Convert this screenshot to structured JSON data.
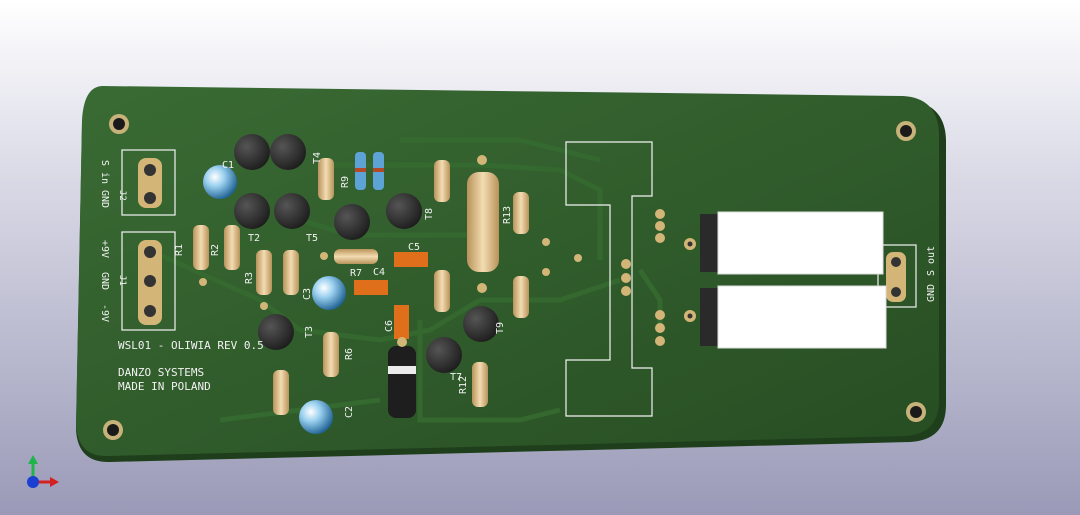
{
  "board": {
    "line1": "WSL01 - OLIWIA  REV 0.5",
    "line2": "DANZO SYSTEMS",
    "line3": "MADE IN POLAND"
  },
  "connectors": {
    "j2": {
      "ref": "J2",
      "pin1": "S in",
      "pin2": "GND"
    },
    "j1": {
      "ref": "J1",
      "pin1": "+9V",
      "pin2": "GND",
      "pin3": "-9V"
    },
    "out": {
      "pin1": "GND",
      "pin2": "S out"
    }
  },
  "refs": {
    "c1": "C1",
    "c2": "C2",
    "c3": "C3",
    "c4": "C4",
    "c5": "C5",
    "c6": "C6",
    "r1": "R1",
    "r2": "R2",
    "r3": "R3",
    "r6": "R6",
    "r7": "R7",
    "r9": "R9",
    "r12": "R12",
    "r13": "R13",
    "t2": "T2",
    "t3": "T3",
    "t4": "T4",
    "t5": "T5",
    "t7": "T7",
    "t8": "T8",
    "t9": "T9"
  },
  "colors": {
    "soldermask": "#2e5a2a",
    "copper": "#c7a15a",
    "silkscreen": "#f2f2f2"
  },
  "axis_gizmo": {
    "icon": "xyz-axis-icon"
  }
}
